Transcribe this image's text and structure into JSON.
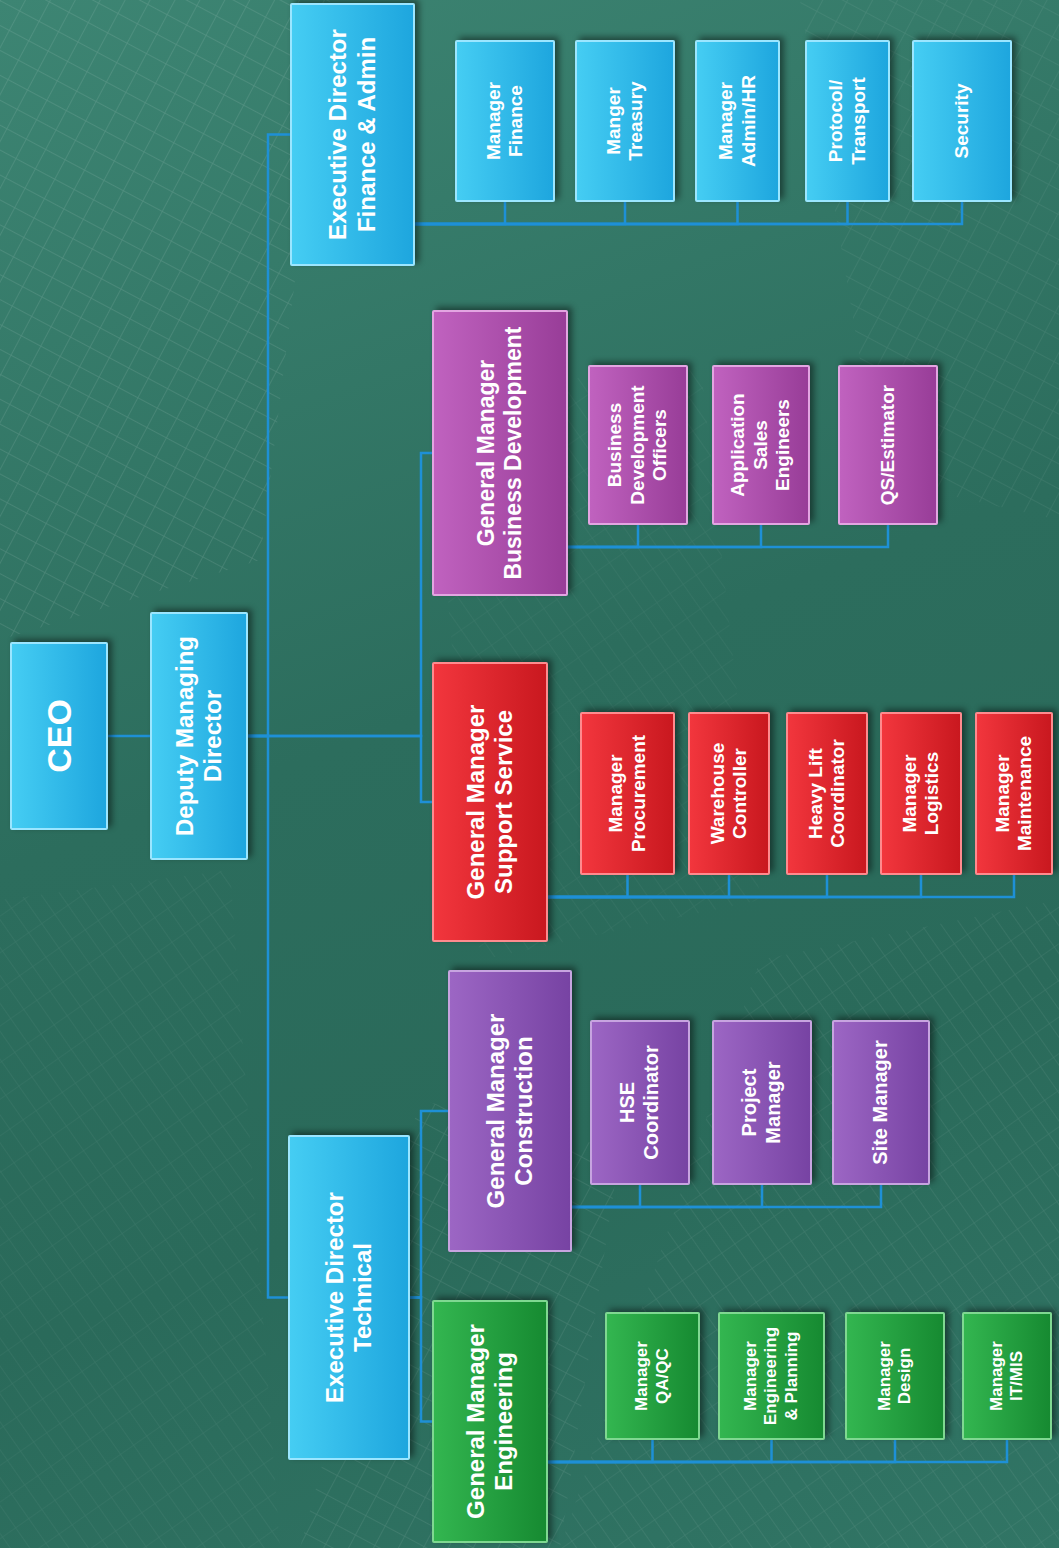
{
  "diagram": {
    "nodes": [
      {
        "text": [
          "CEO"
        ]
      },
      {
        "text": [
          "Deputy Managing Director"
        ]
      },
      {
        "text": [
          "Executive Director Technical"
        ]
      },
      {
        "text": [
          "Executive Director Finance & Admin"
        ]
      },
      {
        "text": [
          "General Manager Engineering"
        ]
      },
      {
        "text": [
          "General Manager Construction"
        ]
      },
      {
        "text": [
          "General Manager Support Service"
        ]
      },
      {
        "text": [
          "General Manager Business Development"
        ]
      },
      {
        "text": [
          "Manager QA/QC"
        ]
      },
      {
        "text": [
          "Manager Engineering & Planning"
        ]
      },
      {
        "text": [
          "Manager Design"
        ]
      },
      {
        "text": [
          "Manager IT/MIS"
        ]
      },
      {
        "text": [
          "HSE Coordinator"
        ]
      },
      {
        "text": [
          "Project Manager"
        ]
      },
      {
        "text": [
          "Site Manager"
        ]
      },
      {
        "text": [
          "Manager Procurement"
        ]
      },
      {
        "text": [
          "Warehouse Controller"
        ]
      },
      {
        "text": [
          "Heavy Lift Coordinator"
        ]
      },
      {
        "text": [
          "Manager Logistics"
        ]
      },
      {
        "text": [
          "Manager Maintenance"
        ]
      },
      {
        "text": [
          "Business Development Officers"
        ]
      },
      {
        "text": [
          "Application Sales Engineers"
        ]
      },
      {
        "text": [
          "QS/Estimator"
        ]
      },
      {
        "text": [
          "Manager Finance"
        ]
      },
      {
        "text": [
          "Manger Treasury"
        ]
      },
      {
        "text": [
          "Manager Admin/HR"
        ]
      },
      {
        "text": [
          "Protocol/ Transport"
        ]
      },
      {
        "text": [
          "Security"
        ]
      }
    ],
    "edges": [
      {
        "from": 0,
        "to": 1,
        "arrow": "none"
      },
      {
        "from": 1,
        "to": 2,
        "arrow": "none"
      },
      {
        "from": 1,
        "to": 6,
        "arrow": "none"
      },
      {
        "from": 1,
        "to": 7,
        "arrow": "none"
      },
      {
        "from": 1,
        "to": 3,
        "arrow": "none"
      },
      {
        "from": 2,
        "to": 4,
        "arrow": "none"
      },
      {
        "from": 2,
        "to": 5,
        "arrow": "none"
      },
      {
        "from": 4,
        "to": 8,
        "arrow": "none"
      },
      {
        "from": 4,
        "to": 9,
        "arrow": "none"
      },
      {
        "from": 4,
        "to": 10,
        "arrow": "none"
      },
      {
        "from": 4,
        "to": 11,
        "arrow": "none"
      },
      {
        "from": 5,
        "to": 12,
        "arrow": "none"
      },
      {
        "from": 5,
        "to": 13,
        "arrow": "none"
      },
      {
        "from": 5,
        "to": 14,
        "arrow": "none"
      },
      {
        "from": 6,
        "to": 15,
        "arrow": "none"
      },
      {
        "from": 6,
        "to": 16,
        "arrow": "none"
      },
      {
        "from": 6,
        "to": 17,
        "arrow": "none"
      },
      {
        "from": 6,
        "to": 18,
        "arrow": "none"
      },
      {
        "from": 6,
        "to": 19,
        "arrow": "none"
      },
      {
        "from": 7,
        "to": 20,
        "arrow": "none"
      },
      {
        "from": 7,
        "to": 21,
        "arrow": "none"
      },
      {
        "from": 7,
        "to": 22,
        "arrow": "none"
      },
      {
        "from": 3,
        "to": 23,
        "arrow": "none"
      },
      {
        "from": 3,
        "to": 24,
        "arrow": "none"
      },
      {
        "from": 3,
        "to": 25,
        "arrow": "none"
      },
      {
        "from": 3,
        "to": 26,
        "arrow": "none"
      },
      {
        "from": 3,
        "to": 27,
        "arrow": "none"
      }
    ]
  }
}
